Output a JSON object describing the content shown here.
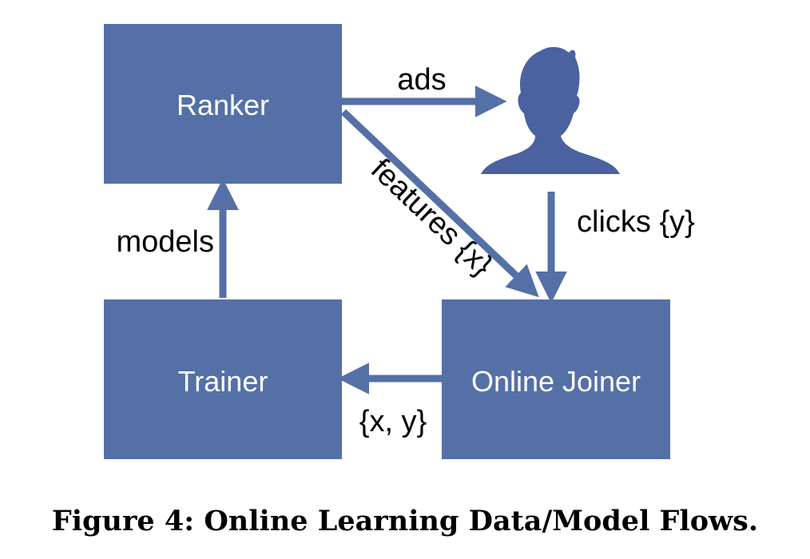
{
  "colors": {
    "box": "#5470a6",
    "arrow": "#5470a6",
    "user_icon": "#4a62a0"
  },
  "nodes": {
    "ranker": {
      "label": "Ranker"
    },
    "trainer": {
      "label": "Trainer"
    },
    "joiner": {
      "label": "Online Joiner"
    },
    "user": {
      "icon": "user-silhouette-icon"
    }
  },
  "edges": {
    "ads": {
      "label": "ads",
      "from": "ranker",
      "to": "user"
    },
    "features": {
      "label": "features {x}",
      "from": "ranker",
      "to": "joiner"
    },
    "clicks": {
      "label": "clicks {y}",
      "from": "user",
      "to": "joiner"
    },
    "models": {
      "label": "models",
      "from": "trainer",
      "to": "ranker"
    },
    "xy": {
      "label": "{x, y}",
      "from": "joiner",
      "to": "trainer"
    }
  },
  "caption": "Figure 4: Online Learning Data/Model Flows."
}
